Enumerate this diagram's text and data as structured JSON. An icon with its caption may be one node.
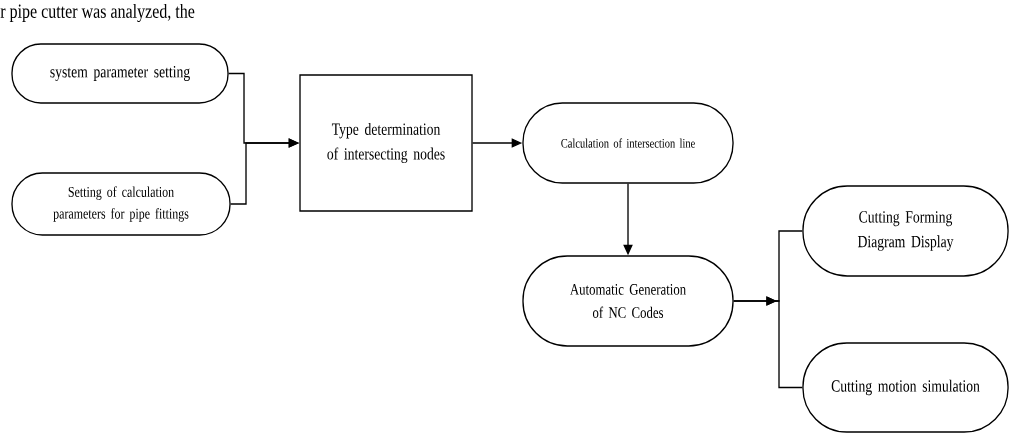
{
  "diagram": {
    "nodes": [
      {
        "text": [
          "system parameter setting"
        ]
      },
      {
        "text": [
          "Setting of calculation parameters for pipe fittings"
        ]
      },
      {
        "text": [
          "Type determination of intersecting nodes"
        ]
      },
      {
        "text": [
          "Calculation of intersection line"
        ]
      },
      {
        "text": [
          "Automatic Generation of NC Codes"
        ]
      },
      {
        "text": [
          "Cutting Forming Diagram Display"
        ]
      },
      {
        "text": [
          "Cutting motion simulation"
        ]
      }
    ],
    "edges": [
      {
        "from": 0,
        "to": 2,
        "arrow": "to"
      },
      {
        "from": 1,
        "to": 2,
        "arrow": "to"
      },
      {
        "from": 2,
        "to": 3,
        "arrow": "to"
      },
      {
        "from": 3,
        "to": 4,
        "arrow": "to"
      },
      {
        "from": 4,
        "to": 5,
        "arrow": "to"
      },
      {
        "from": 4,
        "to": 6,
        "arrow": "to"
      }
    ],
    "labels": [
      "r pipe cutter was analyzed, the"
    ]
  }
}
